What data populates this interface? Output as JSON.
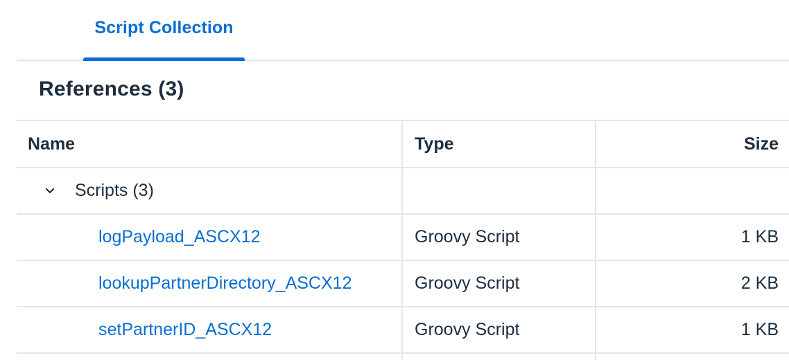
{
  "tabs": [
    {
      "label": "Script Collection",
      "active": true
    }
  ],
  "section": {
    "title": "References (3)"
  },
  "table": {
    "columns": {
      "name": "Name",
      "type": "Type",
      "size": "Size"
    },
    "group": {
      "label": "Scripts (3)",
      "expanded": true,
      "icon": "chevron-down-icon"
    },
    "rows": [
      {
        "name": "logPayload_ASCX12",
        "type": "Groovy Script",
        "size": "1 KB"
      },
      {
        "name": "lookupPartnerDirectory_ASCX12",
        "type": "Groovy Script",
        "size": "2 KB"
      },
      {
        "name": "setPartnerID_ASCX12",
        "type": "Groovy Script",
        "size": "1 KB"
      }
    ]
  },
  "colors": {
    "accent": "#0a6ed1",
    "text": "#1d2d3e",
    "border": "#e4e6e8"
  }
}
